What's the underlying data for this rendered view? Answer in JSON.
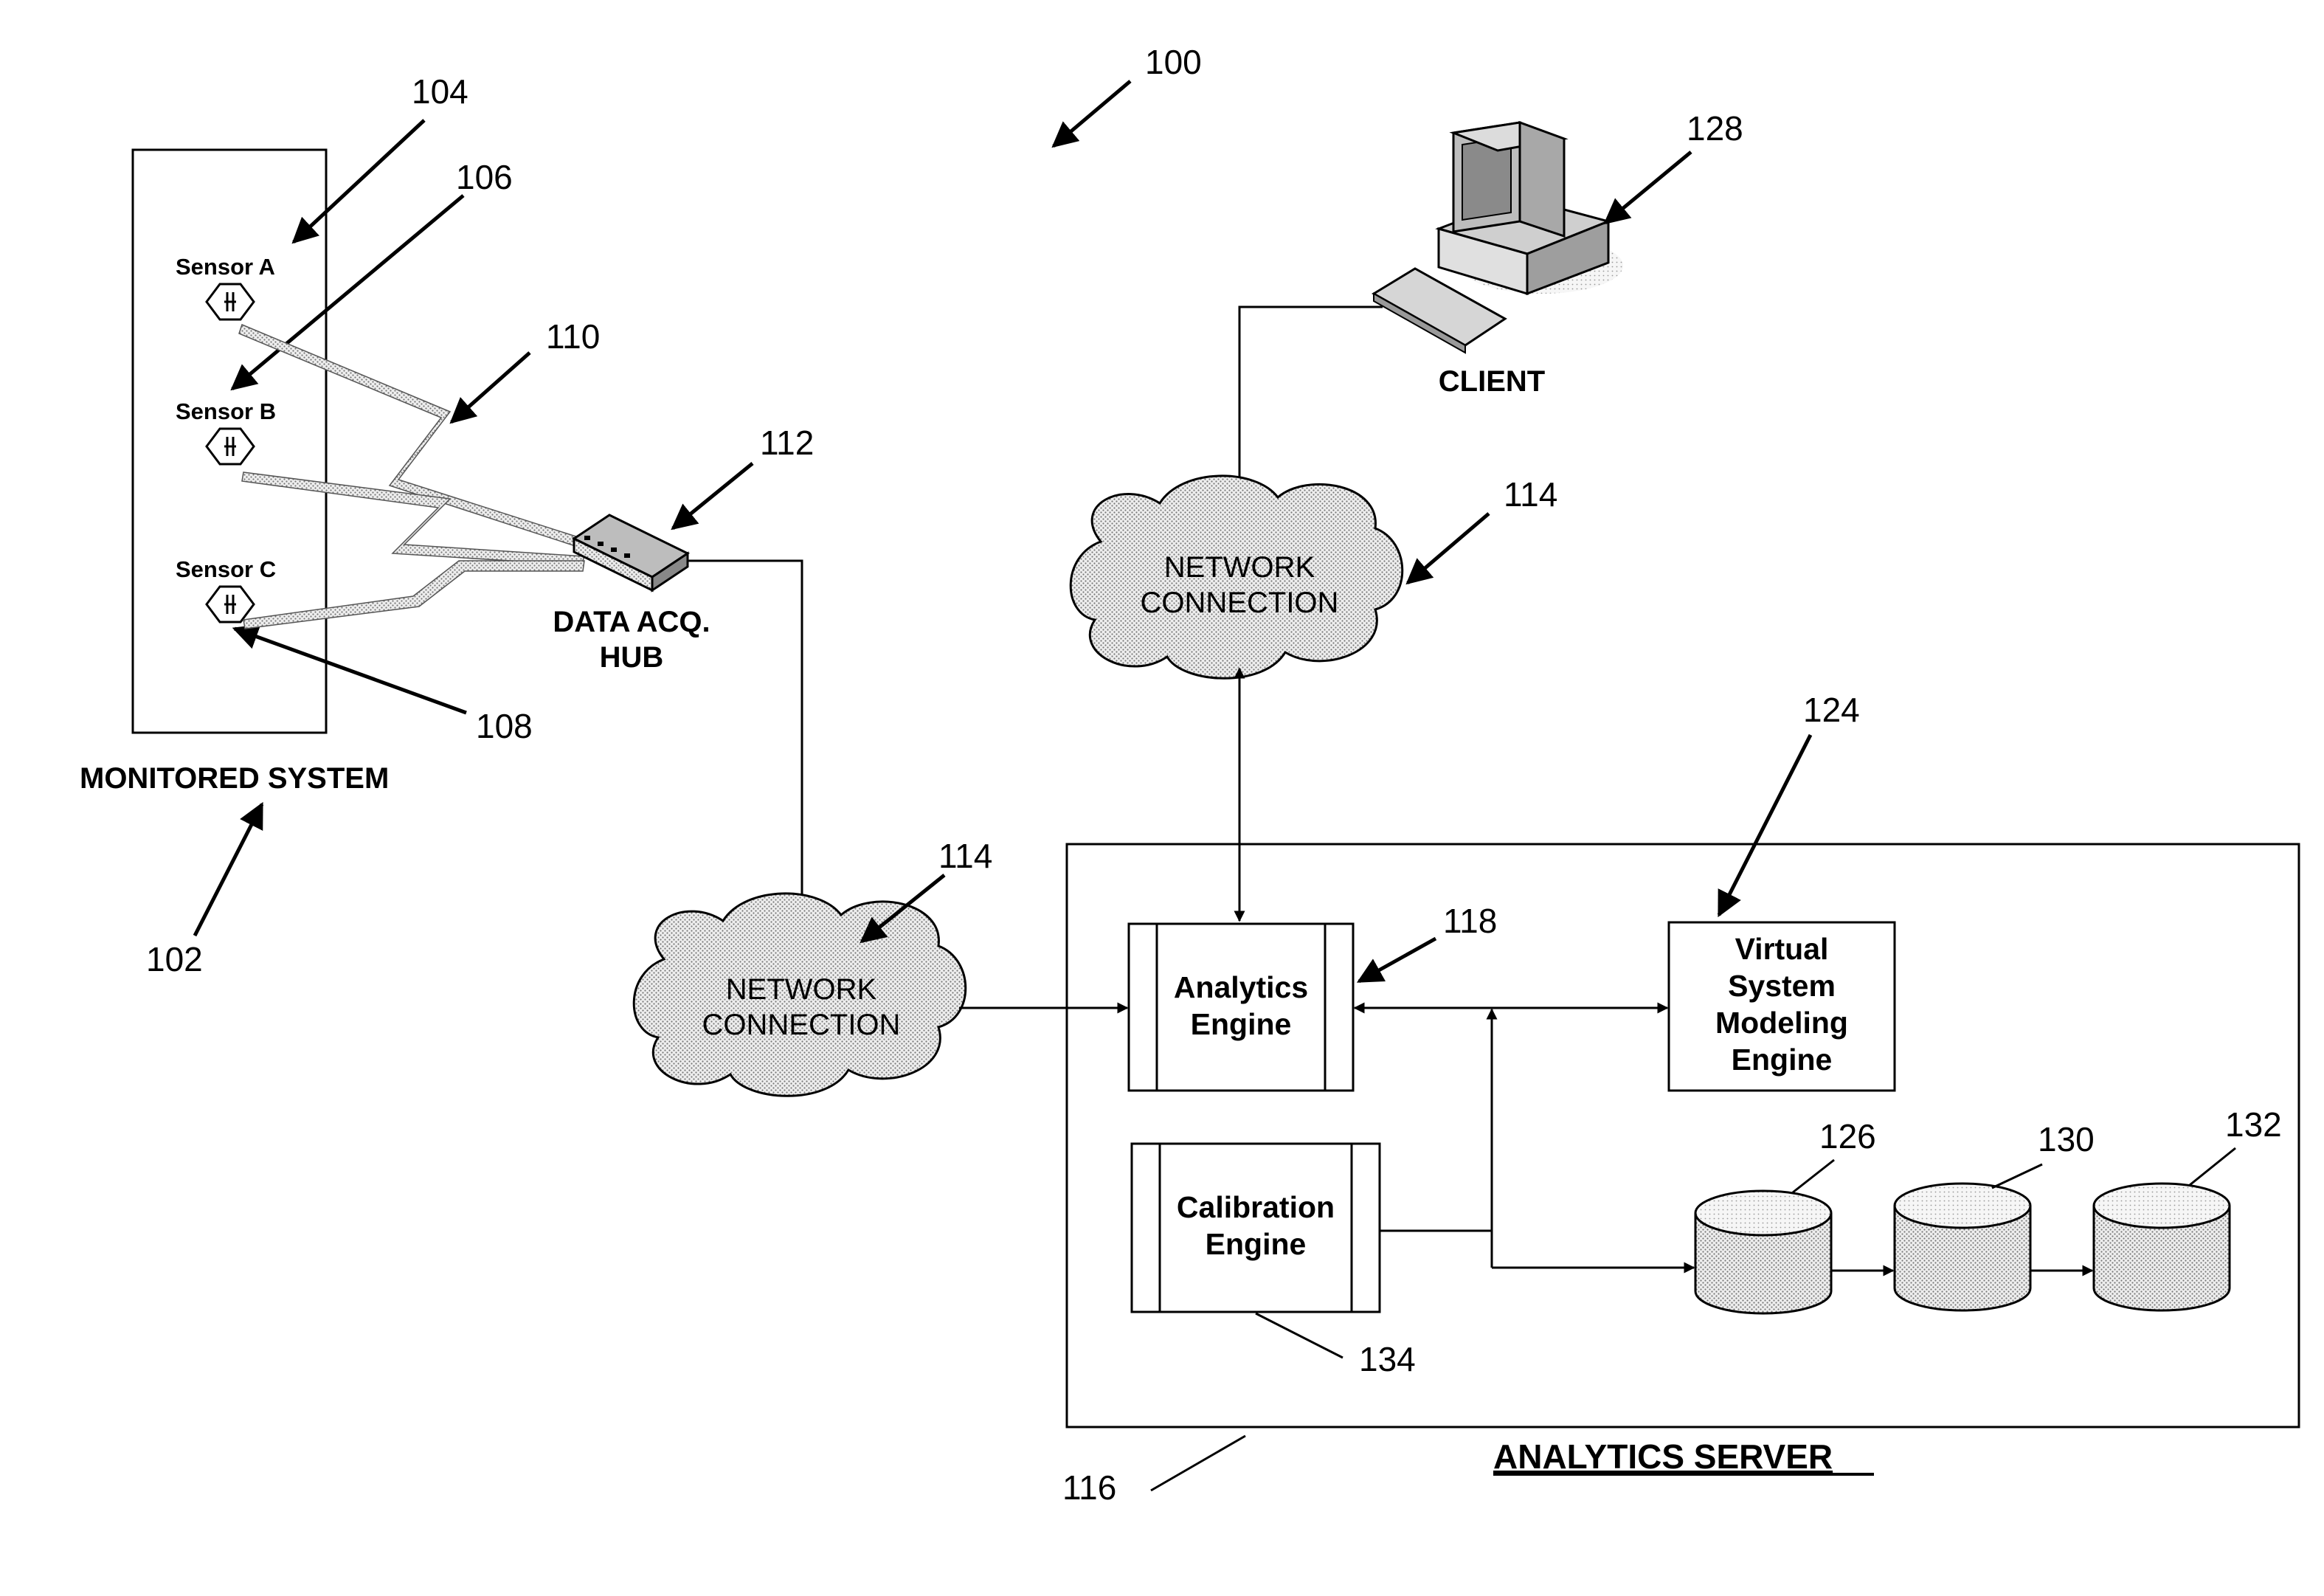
{
  "reference_numerals": {
    "r100": "100",
    "r102": "102",
    "r104": "104",
    "r106": "106",
    "r108": "108",
    "r110": "110",
    "r112": "112",
    "r114_top": "114",
    "r114_bottom": "114",
    "r116": "116",
    "r118": "118",
    "r124": "124",
    "r126": "126",
    "r128": "128",
    "r130": "130",
    "r132": "132",
    "r134": "134"
  },
  "monitored_system": {
    "label": "MONITORED SYSTEM",
    "sensors": [
      "Sensor A",
      "Sensor B",
      "Sensor C"
    ]
  },
  "hub": {
    "line1": "DATA ACQ.",
    "line2": "HUB"
  },
  "client": {
    "label": "CLIENT"
  },
  "network_connection": {
    "line1": "NETWORK",
    "line2": "CONNECTION"
  },
  "analytics_server": {
    "label": "ANALYTICS SERVER",
    "analytics_engine": [
      "Analytics",
      "Engine"
    ],
    "calibration_engine": [
      "Calibration",
      "Engine"
    ],
    "virtual_system_modeling_engine": [
      "Virtual",
      "System",
      "Modeling",
      "Engine"
    ]
  }
}
